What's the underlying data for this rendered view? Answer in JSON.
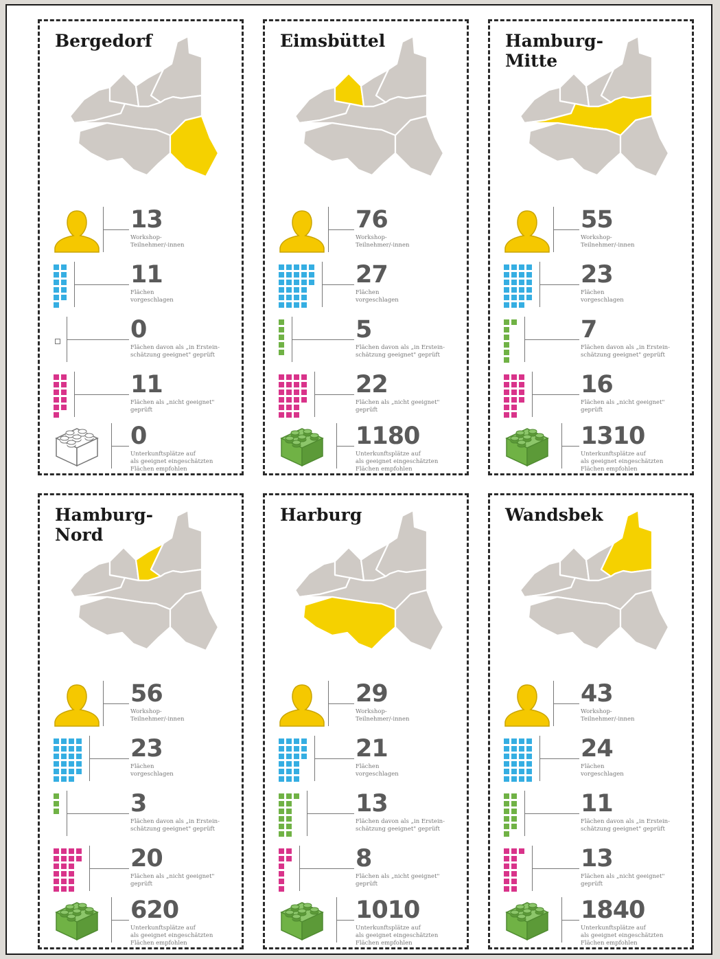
{
  "colors": {
    "highlight": "#f5d100",
    "map_base": "#cfcac5",
    "person": "#f5c800",
    "proposed": "#35aee2",
    "suitable": "#70b245",
    "unsuitable": "#d9338a",
    "lego": "#70b245"
  },
  "icons": [
    "person-icon",
    "grid-icon",
    "lego-brick-icon"
  ],
  "districts": [
    {
      "id": "bergedorf",
      "name": "Bergedorf",
      "highlight": "bergedorf",
      "stats": [
        {
          "value": "13",
          "label": "Workshop-\nTeilnehmer/-innen"
        },
        {
          "value": "11",
          "label": "Flächen\nvorgeschlagen"
        },
        {
          "value": "0",
          "label": "Flächen davon als „in Erstein-\nschätzung geeignet\" geprüft"
        },
        {
          "value": "11",
          "label": "Flächen als „nicht geeignet\"\ngeprüft"
        },
        {
          "value": "0",
          "label": "Unterkunftsplätze auf\nals geeignet eingeschätzten\nFlächen empfohlen"
        }
      ]
    },
    {
      "id": "eimsbuettel",
      "name": "Eimsbüttel",
      "highlight": "eimsbuettel",
      "stats": [
        {
          "value": "76",
          "label": "Workshop-\nTeilnehmer/-innen"
        },
        {
          "value": "27",
          "label": "Flächen\nvorgeschlagen"
        },
        {
          "value": "5",
          "label": "Flächen davon als „in Erstein-\nschätzung geeignet\" geprüft"
        },
        {
          "value": "22",
          "label": "Flächen als „nicht geeignet\"\ngeprüft"
        },
        {
          "value": "1180",
          "label": "Unterkunftsplätze auf\nals geeignet eingeschätzten\nFlächen empfohlen"
        }
      ]
    },
    {
      "id": "hamburg-mitte",
      "name": "Hamburg-\nMitte",
      "highlight": "mitte",
      "stats": [
        {
          "value": "55",
          "label": "Workshop-\nTeilnehmer/-innen"
        },
        {
          "value": "23",
          "label": "Flächen\nvorgeschlagen"
        },
        {
          "value": "7",
          "label": "Flächen davon als „in Erstein-\nschätzung geeignet\" geprüft"
        },
        {
          "value": "16",
          "label": "Flächen als „nicht geeignet\"\ngeprüft"
        },
        {
          "value": "1310",
          "label": "Unterkunftsplätze auf\nals geeignet eingeschätzten\nFlächen empfohlen"
        }
      ]
    },
    {
      "id": "hamburg-nord",
      "name": "Hamburg-\nNord",
      "highlight": "nord",
      "stats": [
        {
          "value": "56",
          "label": "Workshop-\nTeilnehmer/-innen"
        },
        {
          "value": "23",
          "label": "Flächen\nvorgeschlagen"
        },
        {
          "value": "3",
          "label": "Flächen davon als „in Erstein-\nschätzung geeignet\" geprüft"
        },
        {
          "value": "20",
          "label": "Flächen als „nicht geeignet\"\ngeprüft"
        },
        {
          "value": "620",
          "label": "Unterkunftsplätze auf\nals geeignet eingeschätzten\nFlächen empfohlen"
        }
      ]
    },
    {
      "id": "harburg",
      "name": "Harburg",
      "highlight": "harburg",
      "stats": [
        {
          "value": "29",
          "label": "Workshop-\nTeilnehmer/-innen"
        },
        {
          "value": "21",
          "label": "Flächen\nvorgeschlagen"
        },
        {
          "value": "13",
          "label": "Flächen davon als „in Erstein-\nschätzung geeignet\" geprüft"
        },
        {
          "value": "8",
          "label": "Flächen als „nicht geeignet\"\ngeprüft"
        },
        {
          "value": "1010",
          "label": "Unterkunftsplätze auf\nals geeignet eingeschätzten\nFlächen empfohlen"
        }
      ]
    },
    {
      "id": "wandsbek",
      "name": "Wandsbek",
      "highlight": "wandsbek",
      "stats": [
        {
          "value": "43",
          "label": "Workshop-\nTeilnehmer/-innen"
        },
        {
          "value": "24",
          "label": "Flächen\nvorgeschlagen"
        },
        {
          "value": "11",
          "label": "Flächen davon als „in Erstein-\nschätzung geeignet\" geprüft"
        },
        {
          "value": "13",
          "label": "Flächen als „nicht geeignet\"\ngeprüft"
        },
        {
          "value": "1840",
          "label": "Unterkunftsplätze auf\nals geeignet eingeschätzten\nFlächen empfohlen"
        }
      ]
    }
  ]
}
